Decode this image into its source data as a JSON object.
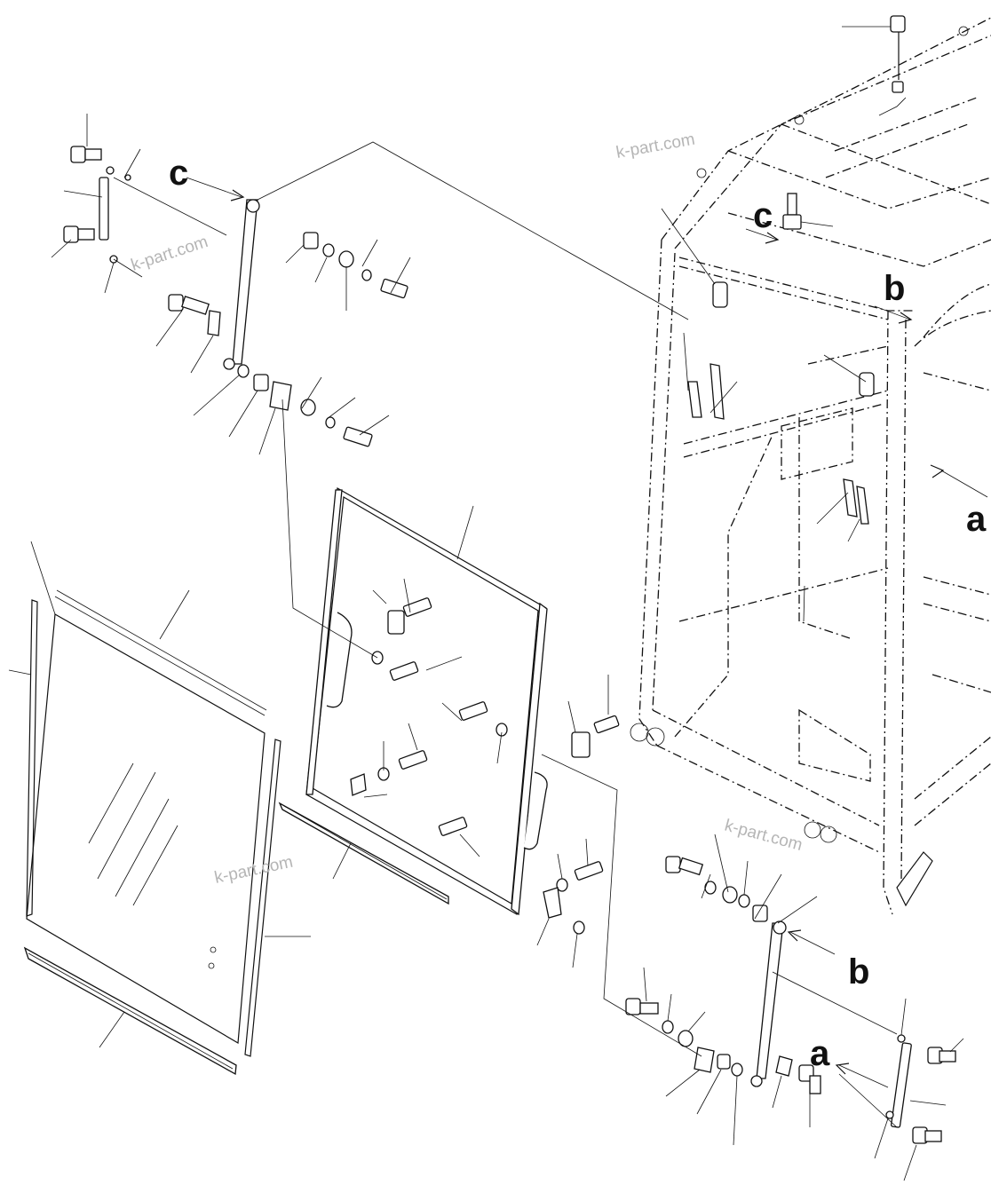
{
  "labels": {
    "a": "a",
    "b": "b",
    "c": "c"
  },
  "watermark": "k-part.com"
}
